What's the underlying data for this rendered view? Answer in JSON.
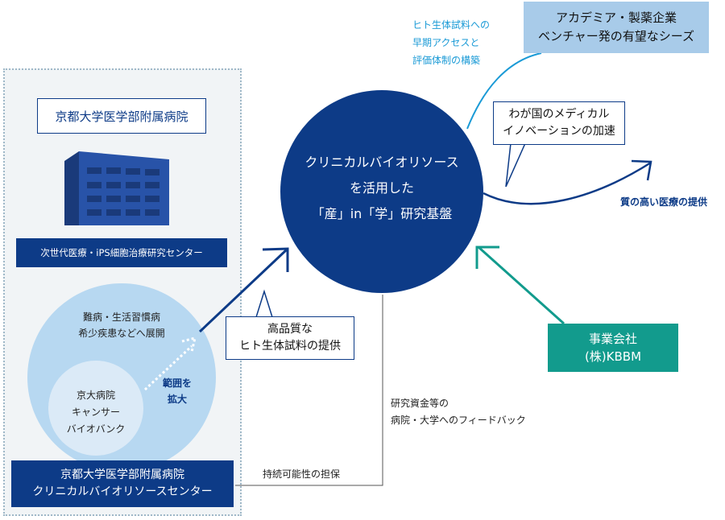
{
  "hospital": {
    "title": "京都大学医学部附属病院",
    "research_center": "次世代医療・iPS細胞治療研究センター",
    "outer_circle": [
      "難病・生活習慣病",
      "希少疾患などへ展開"
    ],
    "inner_circle": [
      "京大病院",
      "キャンサー",
      "バイオバンク"
    ],
    "expand": [
      "範囲を",
      "拡大"
    ],
    "biobank_center": [
      "京都大学医学部附属病院",
      "クリニカルバイオリソースセンター"
    ]
  },
  "center": {
    "lines": [
      "クリニカルバイオリソース",
      "を活用した",
      "「産」in「学」研究基盤"
    ]
  },
  "callouts": {
    "high_quality": [
      "高品質な",
      "ヒト生体試料の提供"
    ],
    "innovation": [
      "わが国のメディカル",
      "イノベーションの加速"
    ]
  },
  "partners": {
    "academia": [
      "アカデミア・製薬企業",
      "ベンチャー発の有望なシーズ"
    ],
    "kbbm": [
      "事業会社",
      "(株)KBBM"
    ]
  },
  "labels": {
    "access": [
      "ヒト生体試料への",
      "早期アクセスと",
      "評価体制の構築"
    ],
    "quality_care": "質の高い医療の提供",
    "feedback": [
      "研究資金等の",
      "病院・大学へのフィードバック"
    ],
    "sustain": "持続可能性の担保"
  },
  "colors": {
    "navy": "#0d3b87",
    "light_blue": "#a8cbe9",
    "teal": "#129b8d",
    "cyan_text": "#1a9ad6",
    "circle_outer": "#b7d8f1",
    "circle_inner": "#dbeaf7"
  }
}
